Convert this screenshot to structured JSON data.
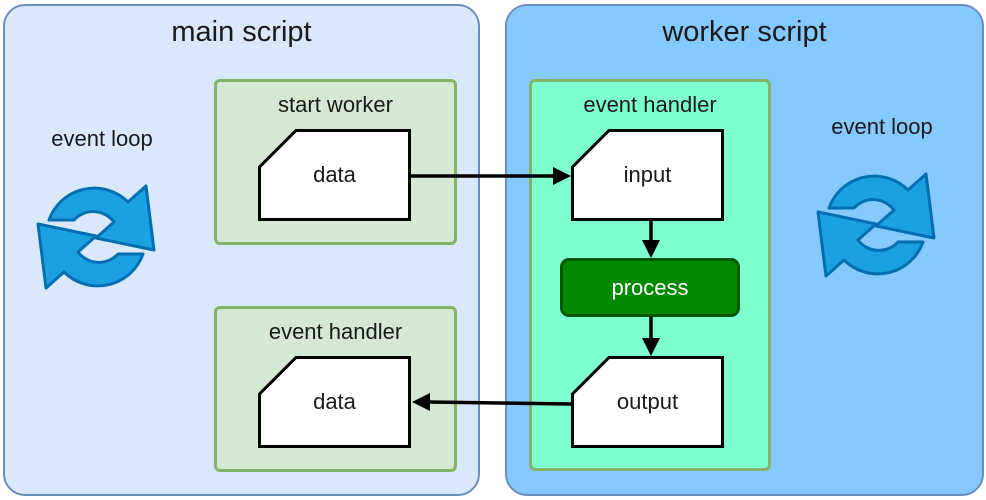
{
  "main_panel": {
    "title": "main script",
    "loop_label": "event loop"
  },
  "worker_panel": {
    "title": "worker script",
    "loop_label": "event loop"
  },
  "start_worker": {
    "title": "start worker",
    "card": "data"
  },
  "main_event_handler": {
    "title": "event handler",
    "card": "data"
  },
  "worker_event_handler": {
    "title": "event handler",
    "input": "input",
    "process": "process",
    "output": "output"
  },
  "icons": {
    "main_loop": "refresh-cycle-icon",
    "worker_loop": "refresh-cycle-icon"
  },
  "colors": {
    "main_panel_fill": "#dae8fc",
    "worker_panel_fill": "#85c9ff",
    "group_fill_green": "#d5e8d4",
    "worker_group_fill": "#7dffd0",
    "process_fill": "#008a00",
    "loop_icon": "#1ba1e2"
  }
}
